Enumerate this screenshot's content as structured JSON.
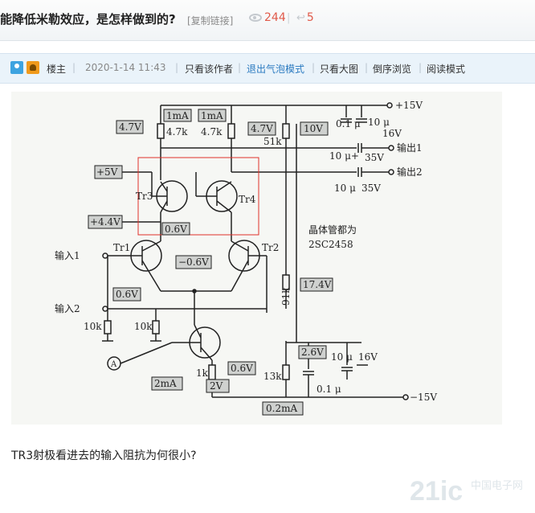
{
  "thread": {
    "title": "能降低米勒效应，是怎样做到的?",
    "copy_link": "[复制链接]",
    "views": "244",
    "replies": "5",
    "separator": "|"
  },
  "post": {
    "author_label": "楼主",
    "date": "2020-1-14 11:43",
    "menu": [
      "只看该作者",
      "退出气泡模式",
      "只看大图",
      "倒序浏览",
      "阅读模式"
    ],
    "link_color": "#2a7ac0",
    "question": "TR3射极看进去的输入阻抗为何很小?"
  },
  "circuit": {
    "supply_pos": "+15V",
    "supply_neg": "−15V",
    "labels": {
      "v47a": "4.7V",
      "i1a": "1mA",
      "i1b": "1mA",
      "r47a": "4.7k",
      "r47b": "4.7k",
      "v47b": "4.7V",
      "r51": "51k",
      "v10": "10V",
      "c01a": "0.1 μ",
      "c10a": "10 μ",
      "v16a": "16V",
      "out1": "输出1",
      "out2": "输出2",
      "c10b": "10 μ+",
      "v35a": "35V",
      "c10c": "10 μ",
      "v35b": "35V",
      "v5": "+5V",
      "tr3": "Tr3",
      "tr4": "Tr4",
      "v44": "+4.4V",
      "v06a": "0.6V",
      "note1": "晶体管都为",
      "note2": "2SC2458",
      "in1": "输入1",
      "tr1": "Tr1",
      "tr2": "Tr2",
      "vm06": "−0.6V",
      "v06b": "0.6V",
      "v174": "17.4V",
      "r91": "91k",
      "in2": "输入2",
      "r10ka": "10k",
      "r10kb": "10k",
      "a": "A",
      "v26": "2.6V",
      "c10d": "10 μ",
      "v16b": "16V",
      "r1k": "1k",
      "v06c": "0.6V",
      "r13k": "13k",
      "c01b": "0.1 μ",
      "i2ma": "2mA",
      "v2": "2V",
      "i02": "0.2mA"
    }
  },
  "watermark": {
    "text": "21ic",
    "sub": "中国电子网"
  }
}
